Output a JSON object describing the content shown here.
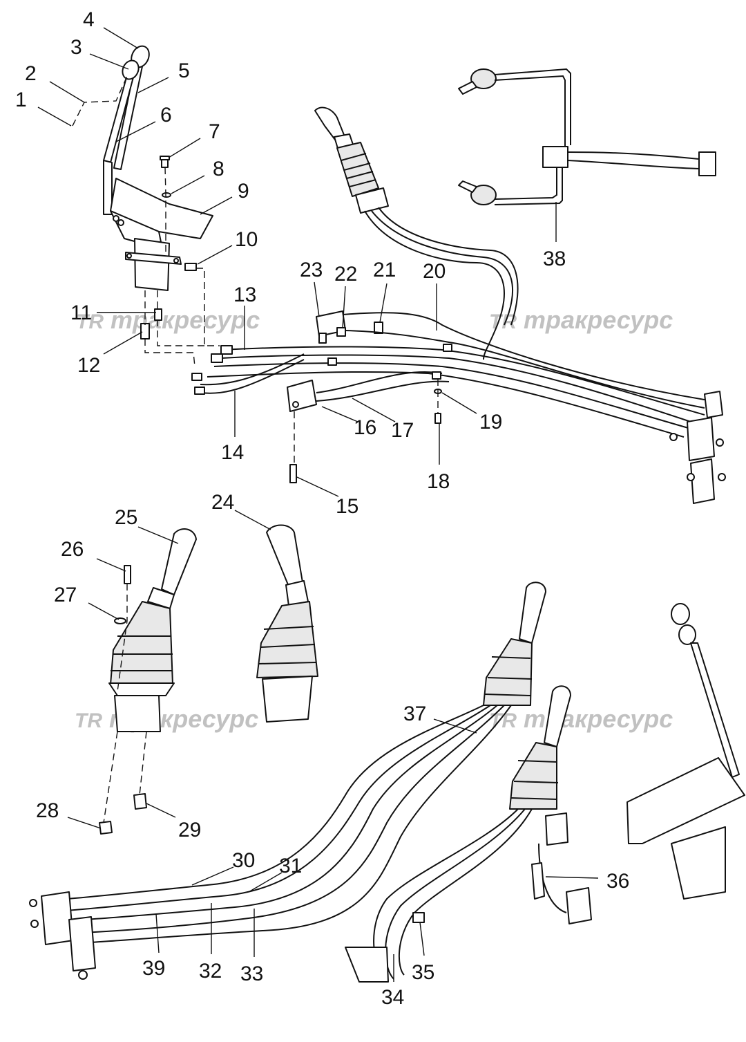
{
  "watermark": {
    "logo": "TR",
    "text": "тракресурс"
  },
  "callouts": [
    "1",
    "2",
    "3",
    "4",
    "5",
    "6",
    "7",
    "8",
    "9",
    "10",
    "11",
    "12",
    "13",
    "14",
    "15",
    "16",
    "17",
    "18",
    "19",
    "20",
    "21",
    "22",
    "23",
    "24",
    "25",
    "26",
    "27",
    "28",
    "29",
    "30",
    "31",
    "32",
    "33",
    "34",
    "35",
    "36",
    "37",
    "38",
    "39"
  ]
}
